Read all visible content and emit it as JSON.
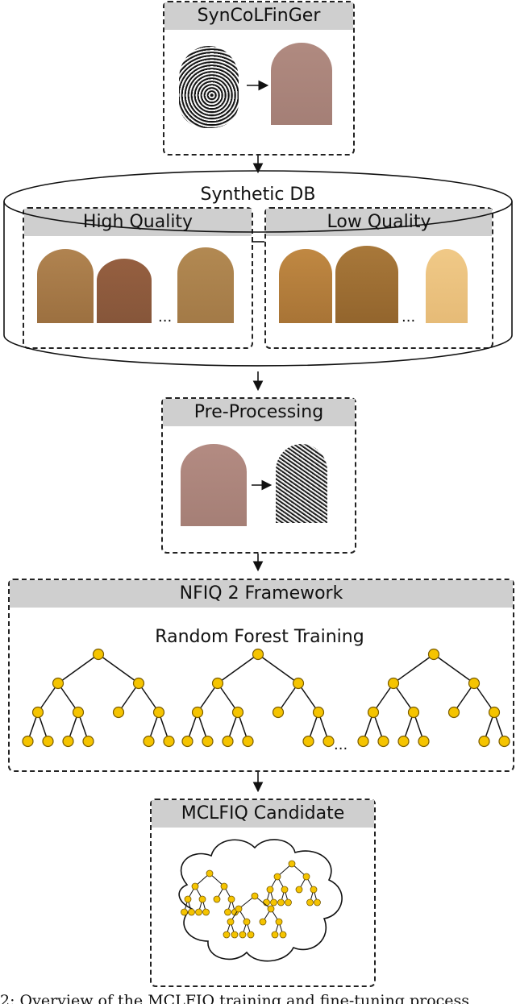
{
  "stages": {
    "generator": {
      "title": "SynCoLFinGer"
    },
    "database": {
      "title": "Synthetic DB",
      "high_quality": "High Quality",
      "low_quality": "Low Quality",
      "ellipsis": "..."
    },
    "preprocessing": {
      "title": "Pre-Processing"
    },
    "framework": {
      "title": "NFIQ 2 Framework",
      "subtitle": "Random Forest Training",
      "ellipsis": "..."
    },
    "candidate": {
      "title": "MCLFIQ Candidate"
    }
  },
  "caption": "2: Overview of the MCLFIQ training and fine-tuning process",
  "colors": {
    "header_gray": "#cfcfcf",
    "node_fill": "#f5c400",
    "node_stroke": "#7a5c00",
    "skin_high": [
      "#a57a45",
      "#8e6240",
      "#a9824e"
    ],
    "skin_low": [
      "#b9803e",
      "#9c6b32",
      "#ecc483"
    ],
    "skin_preprocess": "#ad837a"
  }
}
